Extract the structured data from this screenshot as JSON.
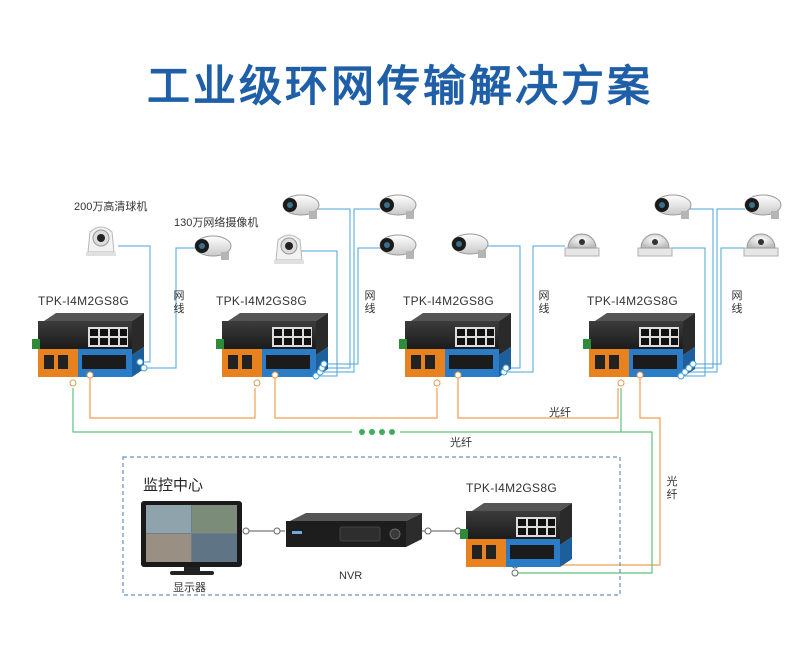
{
  "title": "工业级环网传输解决方案",
  "camera_labels": {
    "dome_hd": "200万高清球机",
    "bullet_net": "130万网络摄像机"
  },
  "switch_models": [
    "TPK-I4M2GS8G",
    "TPK-I4M2GS8G",
    "TPK-I4M2GS8G",
    "TPK-I4M2GS8G",
    "TPK-I4M2GS8G"
  ],
  "cable_label": "网线",
  "fiber_label": "光纤",
  "monitor_center": {
    "title": "监控中心",
    "display": "显示器",
    "nvr": "NVR"
  },
  "colors": {
    "title": "#1f5fa8",
    "ethernet": "#4aa3d8",
    "fiber_orange": "#f0a050",
    "fiber_green": "#62c07a",
    "switch_orange": "#e8821e",
    "switch_blue": "#2a7cc7",
    "frame_dash": "#6a8fc4"
  }
}
